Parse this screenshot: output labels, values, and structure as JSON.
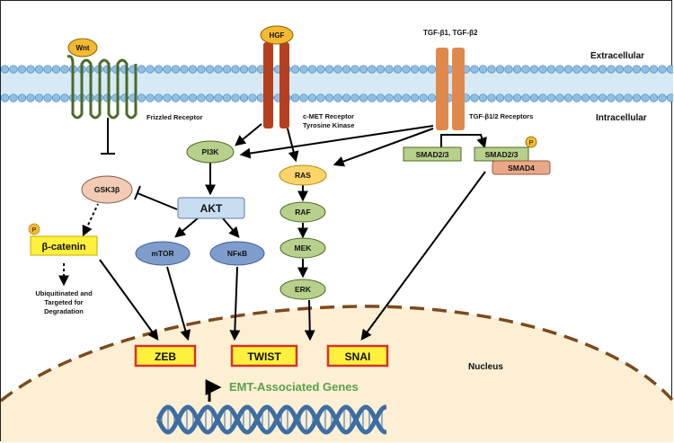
{
  "regions": {
    "extracellular": "Extracellular",
    "intracellular": "Intracellular",
    "nucleus": "Nucleus"
  },
  "ligands": {
    "wnt": "Wnt",
    "hgf": "HGF",
    "tgf": "TGF-β1, TGF-β2"
  },
  "receptors": {
    "frizzled": "Frizzled Receptor",
    "cmet_line1": "c-MET Receptor",
    "cmet_line2": "Tyrosine Kinase",
    "tgf": "TGF-β1/2 Receptors"
  },
  "nodes": {
    "gsk3b": "GSK3β",
    "pi3k": "PI3K",
    "akt": "AKT",
    "mtor": "mTOR",
    "nfkb": "NFκB",
    "beta_catenin": "β-catenin",
    "ras": "RAS",
    "raf": "RAF",
    "mek": "MEK",
    "erk": "ERK",
    "smad23_a": "SMAD2/3",
    "smad23_b": "SMAD2/3",
    "smad4": "SMAD4",
    "phospho": "P"
  },
  "degradation": {
    "line1": "Ubiquitinated and",
    "line2": "Targeted for",
    "line3": "Degradation"
  },
  "transcription_factors": {
    "zeb": "ZEB",
    "twist": "TWIST",
    "snai": "SNAI"
  },
  "genes": "EMT-Associated Genes",
  "colors": {
    "membrane": "#d6e9f5",
    "lipid_head": "#8fbfe4",
    "ligand": "#f4b932",
    "frizzled": "#4a6b2a",
    "cmet": "#b5401f",
    "tgf_receptor": "#e0894d",
    "green_node": "#b7d08c",
    "blue_node": "#7f9dcc",
    "akt": "#c9dcf0",
    "gsk3b": "#f2cbb5",
    "ras": "#fbd56a",
    "smad4": "#e9a888",
    "tf_box": "#fff13b",
    "tf_border": "#d2342a",
    "nucleus": "#fcefd3",
    "nucleus_border": "#7a4a1e",
    "genes_text": "#5aa14a",
    "dna": "#3c6da3"
  }
}
